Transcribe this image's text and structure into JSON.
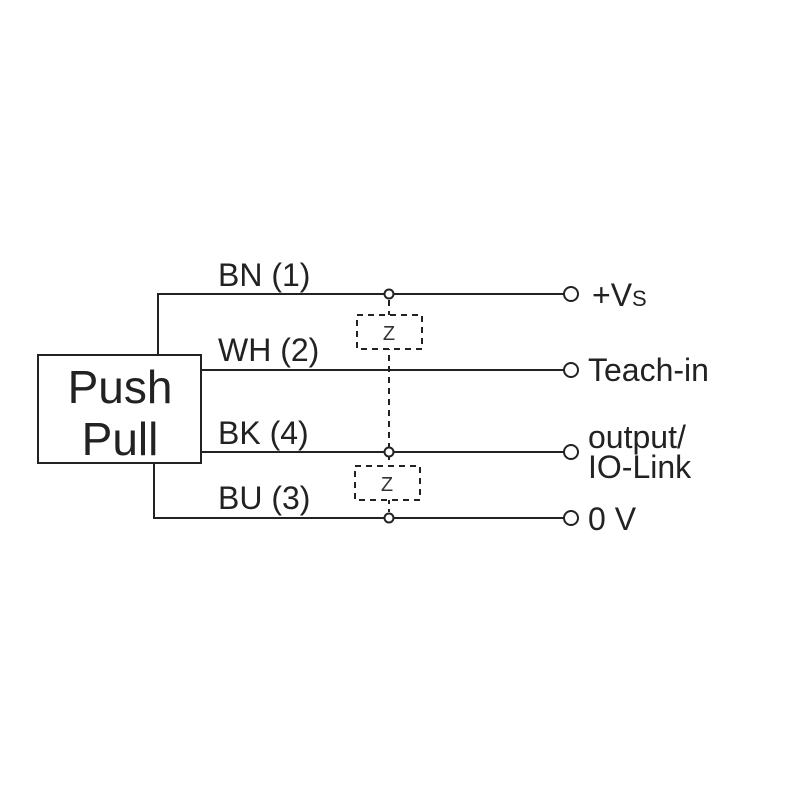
{
  "box": {
    "line1": "Push",
    "line2": "Pull"
  },
  "wires": [
    {
      "code": "BN (1)",
      "terminal": "+V",
      "terminal_sub": "S"
    },
    {
      "code": "WH (2)",
      "terminal": "Teach-in"
    },
    {
      "code": "BK (4)",
      "terminal_line1": "output/",
      "terminal_line2": "IO-Link"
    },
    {
      "code": "BU (3)",
      "terminal": "0 V"
    }
  ],
  "loads": [
    {
      "label": "Z"
    },
    {
      "label": "Z"
    }
  ]
}
